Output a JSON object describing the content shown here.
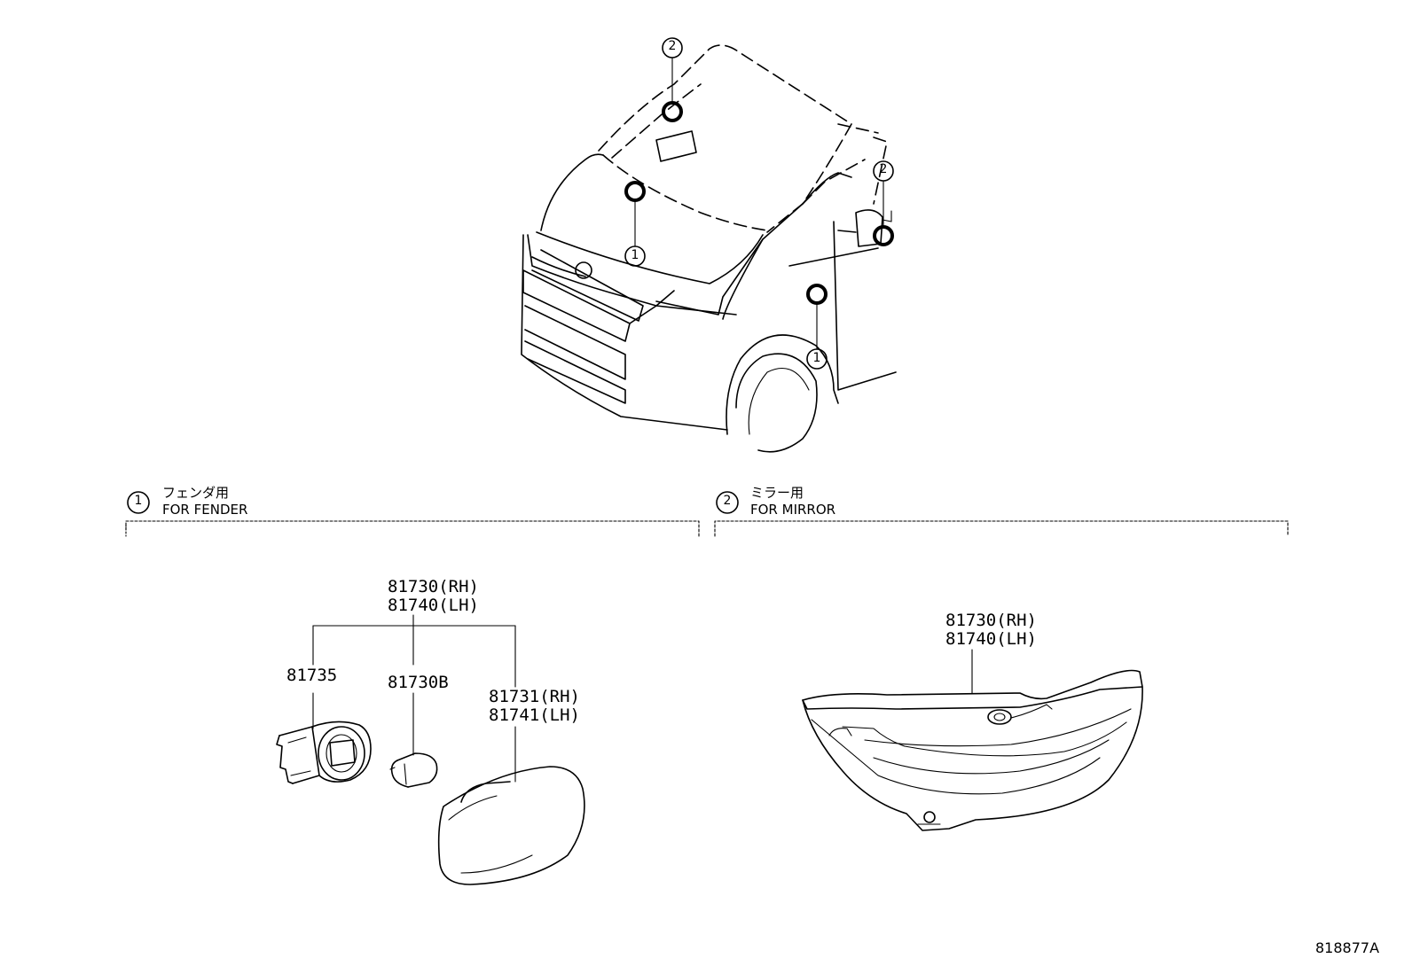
{
  "diagram_code": "818877A",
  "sections": [
    {
      "number": "1",
      "title_jp": "フェンダ用",
      "title_en": "FOR FENDER"
    },
    {
      "number": "2",
      "title_jp": "ミラー用",
      "title_en": "FOR MIRROR"
    }
  ],
  "callouts": {
    "top_mirror": "2",
    "hood": "1",
    "side_mirror": "2",
    "fender": "1"
  },
  "fender_parts": {
    "assembly_rh": "81730(RH)",
    "assembly_lh": "81740(LH)",
    "socket": "81735",
    "bulb": "81730B",
    "lens_rh": "81731(RH)",
    "lens_lh": "81741(LH)"
  },
  "mirror_parts": {
    "assembly_rh": "81730(RH)",
    "assembly_lh": "81740(LH)"
  }
}
